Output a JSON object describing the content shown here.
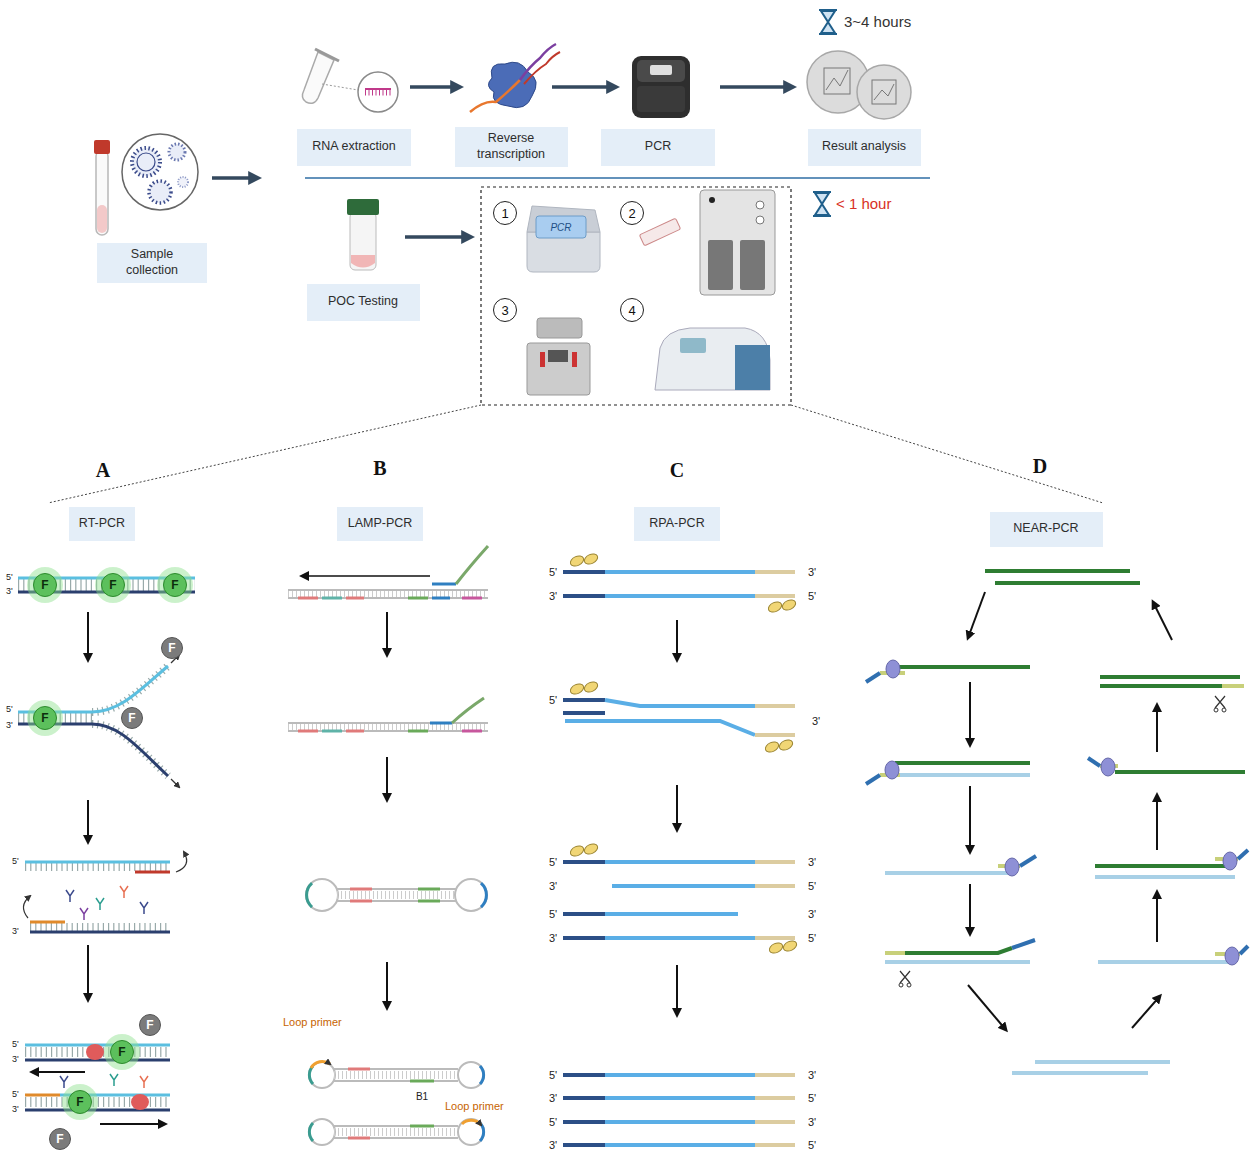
{
  "diagram": {
    "nodes": [
      {
        "text": [
          "Sample collection"
        ]
      },
      {
        "text": [
          "RNA extraction"
        ]
      },
      {
        "text": [
          "Reverse transcription"
        ]
      },
      {
        "text": [
          "PCR"
        ]
      },
      {
        "text": [
          "Result analysis"
        ]
      },
      {
        "text": [
          "POC Testing"
        ]
      },
      {
        "text": [
          "1"
        ]
      },
      {
        "text": [
          "2"
        ]
      },
      {
        "text": [
          "3"
        ]
      },
      {
        "text": [
          "4"
        ]
      },
      {
        "text": [
          "RT-PCR"
        ]
      },
      {
        "text": [
          "LAMP-PCR"
        ]
      },
      {
        "text": [
          "RPA-PCR"
        ]
      },
      {
        "text": [
          "NEAR-PCR"
        ]
      },
      {
        "text": [
          "F"
        ]
      },
      {
        "text": [
          "F"
        ]
      },
      {
        "text": [
          "F"
        ]
      },
      {
        "text": [
          "F"
        ]
      },
      {
        "text": [
          "F"
        ]
      },
      {
        "text": [
          "F"
        ]
      },
      {
        "text": [
          "F"
        ]
      },
      {
        "text": [
          "F"
        ]
      },
      {
        "text": [
          "F"
        ]
      },
      {
        "text": [
          "F"
        ]
      }
    ],
    "labels": [
      "3~4 hours",
      "< 1 hour",
      "PCR",
      "A",
      "B",
      "C",
      "D",
      "5'",
      "3'",
      "5'",
      "3'",
      "5'",
      "3'",
      "5'",
      "3'",
      "5'",
      "3'",
      "Loop primer",
      "B1",
      "Loop primer",
      "5'",
      "3'",
      "3'",
      "5'",
      "5'",
      "3'",
      "5'",
      "3'",
      "3'",
      "5'",
      "5'",
      "3'",
      "3'",
      "5'",
      "5'",
      "3'",
      "3'",
      "5'",
      "5'",
      "3'",
      "3'",
      "5'"
    ]
  }
}
